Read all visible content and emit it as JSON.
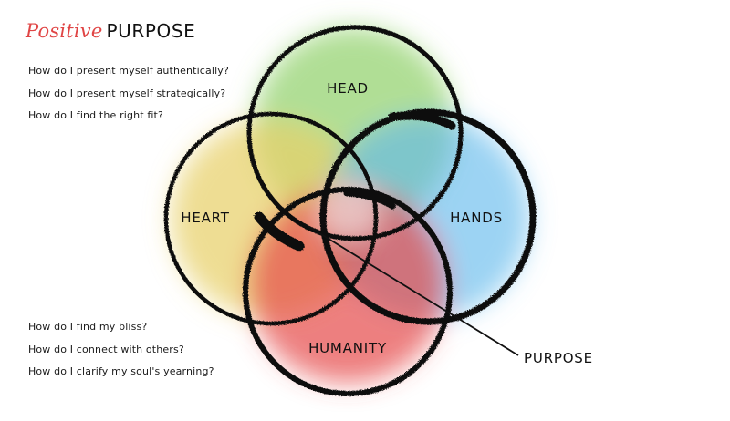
{
  "title": {
    "script": "Positive",
    "main": "PURPOSE"
  },
  "questions_top": [
    "How do I present myself authentically?",
    "How do I present myself strategically?",
    "How do I find the right fit?"
  ],
  "questions_bottom": [
    "How do I find my bliss?",
    "How do I connect with others?",
    "How do I clarify my soul's yearning?"
  ],
  "circles": {
    "head": {
      "label": "HEAD",
      "color": "#8fd06a"
    },
    "heart": {
      "label": "HEART",
      "color": "#e7d06a"
    },
    "hands": {
      "label": "HANDS",
      "color": "#5fb8ec"
    },
    "humanity": {
      "label": "HUMANITY",
      "color": "#e64a4a"
    }
  },
  "center_label": "PURPOSE"
}
